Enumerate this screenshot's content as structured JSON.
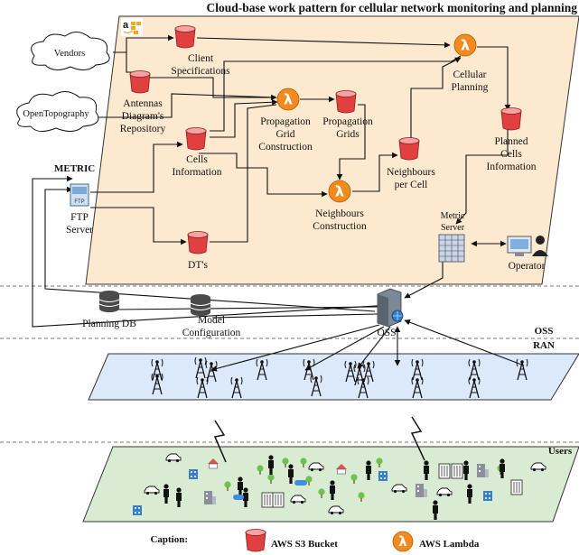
{
  "title": "Cloud-base work pattern for cellular network monitoring and planning",
  "clouds": {
    "vendors": "Vendors",
    "opentopography": "OpenTopography"
  },
  "s3": {
    "client_specs": [
      "Client",
      "Specifications"
    ],
    "antennas": [
      "Antennas",
      "Diagram's",
      "Repository"
    ],
    "cells_info": [
      "Cells",
      "Information"
    ],
    "prop_grids": [
      "Propagation",
      "Grids"
    ],
    "neighbours_cell": [
      "Neighbours",
      "per Cell"
    ],
    "planned_cells": [
      "Planned",
      "Cells",
      "Information"
    ],
    "dts": [
      "DT's"
    ]
  },
  "lambda": {
    "prop_construct": [
      "Propagation",
      "Grid",
      "Construction"
    ],
    "neigh_construct": [
      "Neighbours",
      "Construction"
    ],
    "cell_planning": [
      "Cellular",
      "Planning"
    ]
  },
  "nodes": {
    "metric_label": "METRIC",
    "ftp_icon": "FTP",
    "ftp": [
      "FTP",
      "Server"
    ],
    "metric_server": [
      "Metric",
      "Server"
    ],
    "operator": "Operator",
    "planning_db": "Planning DB",
    "model_config": [
      "Model",
      "Configuration"
    ],
    "oss": "OSS"
  },
  "layers": {
    "oss": "OSS",
    "ran": "RAN",
    "users": "Users"
  },
  "caption": {
    "title": "Caption:",
    "s3": "AWS S3 Bucket",
    "lambda": "AWS Lambda"
  },
  "colors": {
    "cloud_plane": "#fde9cf",
    "ran_plane": "#dce9fa",
    "users_plane": "#d9ecd3",
    "s3": "#e0403f",
    "lambda": "#f28a20",
    "amazon": "#f5a623"
  }
}
